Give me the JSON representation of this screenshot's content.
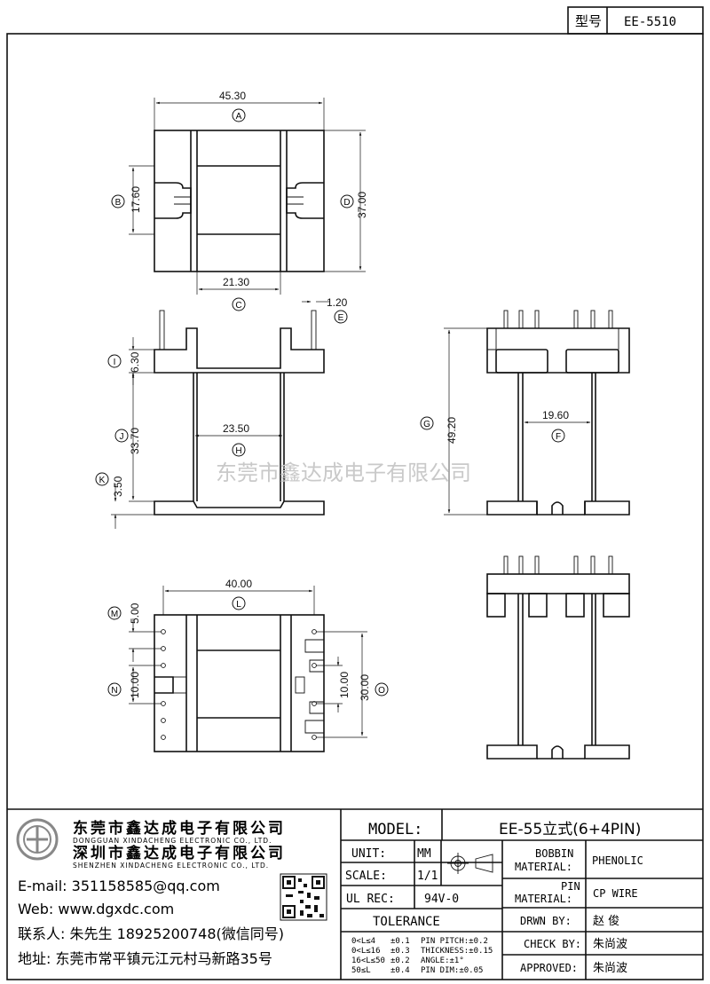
{
  "model_box": {
    "label": "型号",
    "value": "EE-5510"
  },
  "dimensions": {
    "A": "45.30",
    "B": "17.60",
    "C": "21.30",
    "D": "37.00",
    "E": "1.20",
    "F": "19.60",
    "G": "49.20",
    "H": "23.50",
    "I": "6.30",
    "J": "33.70",
    "K": "3.50",
    "L": "40.00",
    "M": "5.00",
    "N": "10.00",
    "N2": "10.00",
    "O": "30.00"
  },
  "dim_letters": [
    "A",
    "B",
    "C",
    "D",
    "E",
    "F",
    "G",
    "H",
    "I",
    "J",
    "K",
    "L",
    "M",
    "N",
    "O"
  ],
  "watermark": "东莞市鑫达成电子有限公司",
  "company": {
    "name1": "东莞市鑫达成电子有限公司",
    "name1_en": "DONGGUAN XINDACHENG ELECTRONIC CO., LTD.",
    "name2": "深圳市鑫达成电子有限公司",
    "name2_en": "SHENZHEN XINDACHENG ELECTRONIC CO., LTD.",
    "email": "E-mail: 351158585@qq.com",
    "web": "Web: www.dgxdc.com",
    "contact": "联系人: 朱先生 18925200748(微信同号)",
    "address": "地址: 东莞市常平镇元江元村马新路35号"
  },
  "title_block": {
    "model_label": "MODEL:",
    "model_value": "EE-55立式(6+4PIN)",
    "unit_label": "UNIT:",
    "unit_value": "MM",
    "scale_label": "SCALE:",
    "scale_value": "1/1",
    "ulrec_label": "UL REC:",
    "ulrec_value": "94V-0",
    "tolerance_label": "TOLERANCE",
    "tol_rows": [
      [
        "0<L≤4",
        "±0.1",
        "PIN PITCH:±0.2"
      ],
      [
        "0<L≤16",
        "±0.3",
        "THICKNESS:±0.15"
      ],
      [
        "16<L≤50",
        "±0.2",
        "ANGLE:±1°"
      ],
      [
        "50≤L",
        "±0.4",
        "PIN DIM:±0.05"
      ]
    ],
    "bobbin_label1": "BOBBIN",
    "bobbin_label2": "MATERIAL:",
    "bobbin_value": "PHENOLIC",
    "pin_label1": "PIN",
    "pin_label2": "MATERIAL:",
    "pin_value": "CP WIRE",
    "drwn_label": "DRWN BY:",
    "drwn_value": "赵  俊",
    "check_label": "CHECK BY:",
    "check_value": "朱尚波",
    "approved_label": "APPROVED:",
    "approved_value": "朱尚波"
  }
}
